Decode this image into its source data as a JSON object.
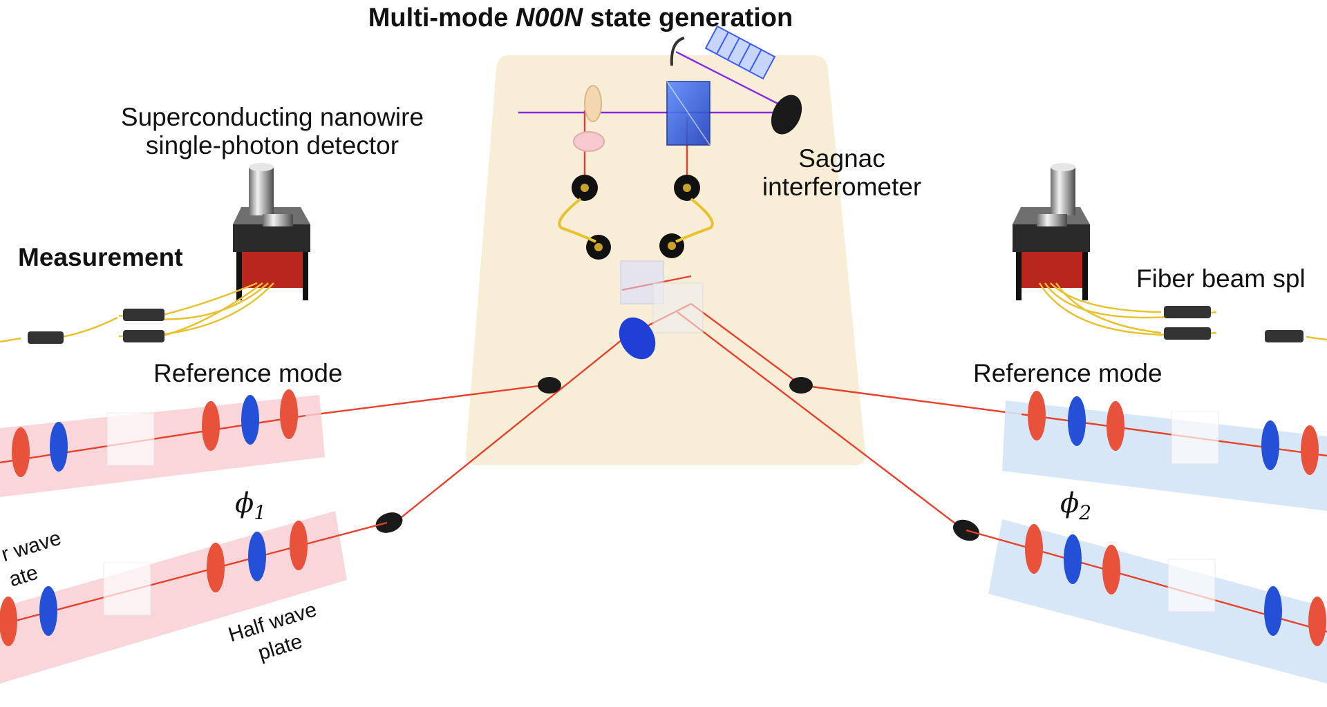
{
  "title": {
    "prefix": "Multi-mode ",
    "state": "N00N",
    "suffix": " state generation"
  },
  "labels": {
    "detector_line1": "Superconducting nanowire",
    "detector_line2": "single-photon detector",
    "measurement": "Measurement",
    "sagnac_line1": "Sagnac",
    "sagnac_line2": "interferometer",
    "fiber_splitter": "Fiber beam spl",
    "reference_left": "Reference mode",
    "reference_right": "Reference mode",
    "phi1_symbol": "ϕ",
    "phi1_sub": "1",
    "phi2_symbol": "ϕ",
    "phi2_sub": "2",
    "quarter_line1": "r wave",
    "quarter_line2": "ate",
    "half_line1": "Half wave",
    "half_line2": "plate"
  },
  "colors": {
    "table": "#f8ecd4",
    "beam_red": "#e8402a",
    "pump_purple": "#8a2be2",
    "fiber_yellow": "#e8c12e",
    "red_rail": "#f8cfd2",
    "blue_rail": "#d4e4f6",
    "hwp_red": "#e8523a",
    "qwp_blue": "#2450d8"
  }
}
